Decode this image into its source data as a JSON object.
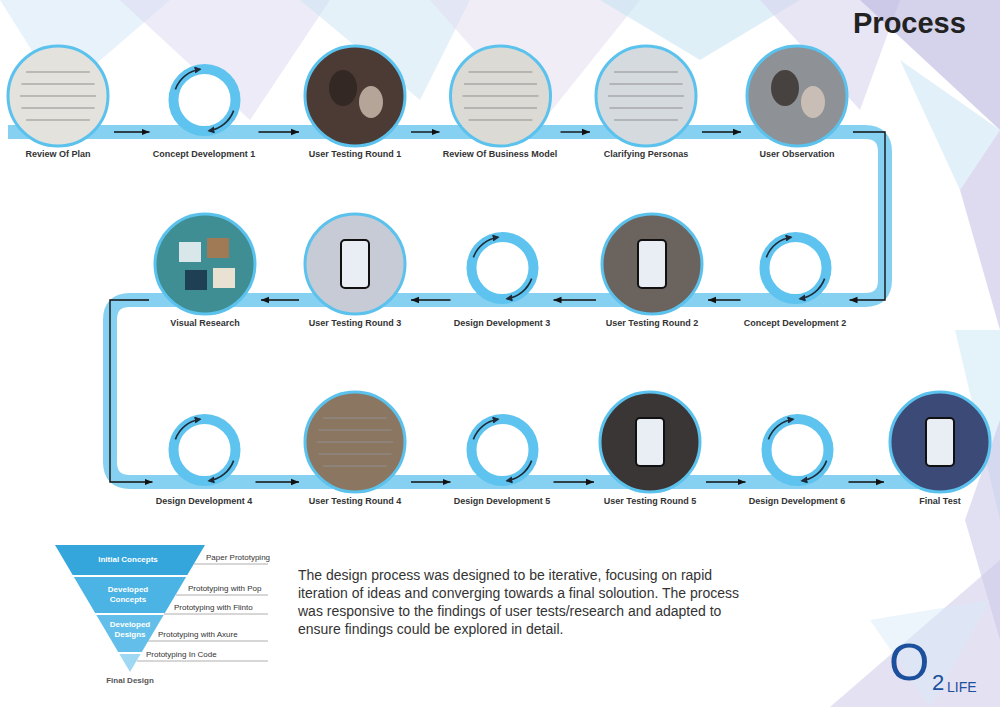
{
  "diagram": {
    "title": "Process",
    "caption": "The design process was designed to be iterative, focusing on rapid iteration of ideas and converging towards a final soloution. The process was responsive to the findings of user tests/research and adapted to ensure findings could be explored in detail.",
    "nodes": [
      {
        "text": [
          "Review Of Plan"
        ]
      },
      {
        "text": [
          "Concept Development 1"
        ]
      },
      {
        "text": [
          "User Testing Round 1"
        ]
      },
      {
        "text": [
          "Review Of Business Model"
        ]
      },
      {
        "text": [
          "Clarifying Personas"
        ]
      },
      {
        "text": [
          "User Observation"
        ]
      },
      {
        "text": [
          "Concept Development 2"
        ]
      },
      {
        "text": [
          "User Testing Round 2"
        ]
      },
      {
        "text": [
          "Design Development 3"
        ]
      },
      {
        "text": [
          "User Testing Round 3"
        ]
      },
      {
        "text": [
          "Visual Research"
        ]
      },
      {
        "text": [
          "Design Development 4"
        ]
      },
      {
        "text": [
          "User Testing Round 4"
        ]
      },
      {
        "text": [
          "Design Development 5"
        ]
      },
      {
        "text": [
          "User Testing Round 5"
        ]
      },
      {
        "text": [
          "Design Development 6"
        ]
      },
      {
        "text": [
          "Final Test"
        ]
      },
      {
        "text": [
          "Initial Concepts"
        ]
      },
      {
        "text": [
          "Developed Concepts"
        ]
      },
      {
        "text": [
          "Developed Designs"
        ]
      },
      {
        "text": [
          "Final Design"
        ]
      }
    ],
    "edges": [
      {
        "from": 0,
        "to": 1,
        "arrow": "to"
      },
      {
        "from": 1,
        "to": 2,
        "arrow": "to"
      },
      {
        "from": 2,
        "to": 3,
        "arrow": "to"
      },
      {
        "from": 3,
        "to": 4,
        "arrow": "to"
      },
      {
        "from": 4,
        "to": 5,
        "arrow": "to"
      },
      {
        "from": 5,
        "to": 6,
        "arrow": "to"
      },
      {
        "from": 6,
        "to": 7,
        "arrow": "to"
      },
      {
        "from": 7,
        "to": 8,
        "arrow": "to"
      },
      {
        "from": 8,
        "to": 9,
        "arrow": "to"
      },
      {
        "from": 9,
        "to": 10,
        "arrow": "to"
      },
      {
        "from": 10,
        "to": 11,
        "arrow": "to"
      },
      {
        "from": 11,
        "to": 12,
        "arrow": "to"
      },
      {
        "from": 12,
        "to": 13,
        "arrow": "to"
      },
      {
        "from": 13,
        "to": 14,
        "arrow": "to"
      },
      {
        "from": 14,
        "to": 15,
        "arrow": "to"
      },
      {
        "from": 15,
        "to": 16,
        "arrow": "to"
      }
    ],
    "labels": [
      "Paper Prototyping",
      "Prototyping with Pop",
      "Prototyping with Flinto",
      "Prototyping with Axure",
      "Prototyping In Code",
      "O",
      "2",
      "LIFE"
    ]
  }
}
